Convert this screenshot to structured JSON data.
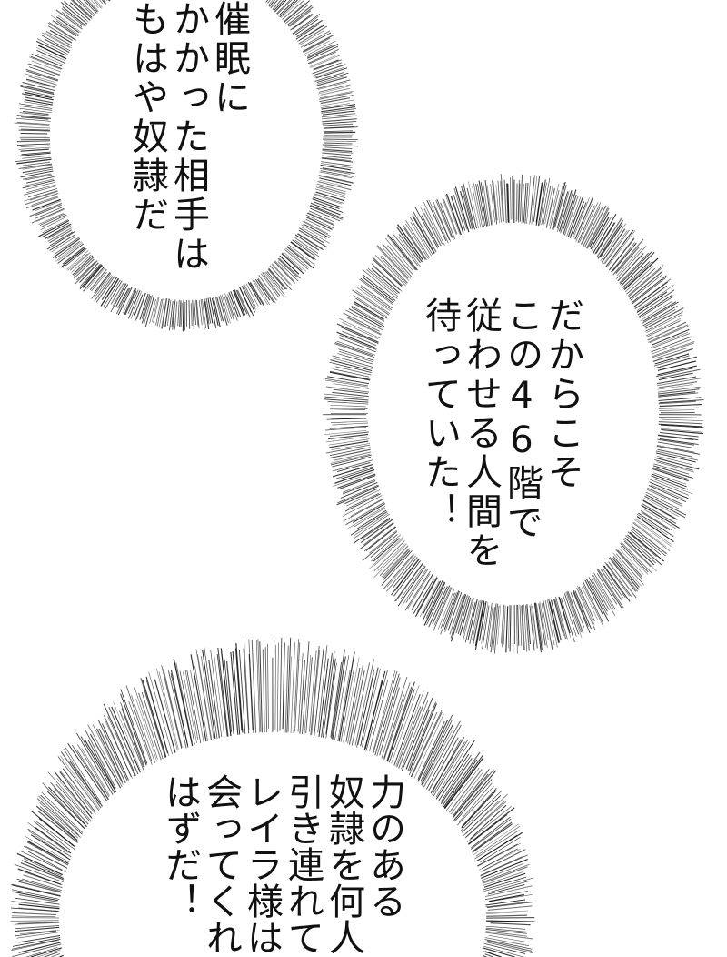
{
  "bubbles": [
    {
      "lines": [
        "催眠に",
        "かかった相手は",
        "もはや奴隷だ"
      ]
    },
    {
      "lines": [
        "だからこそ",
        "この46階で",
        "従わせる人間を",
        "待っていた！"
      ]
    },
    {
      "lines": [
        "力のある",
        "奴隷を何人",
        "引き連れて",
        "レイラ様は",
        "会ってくれ",
        "はずだ！"
      ]
    }
  ],
  "colors": {
    "background": "#ffffff",
    "ink": "#111111"
  }
}
